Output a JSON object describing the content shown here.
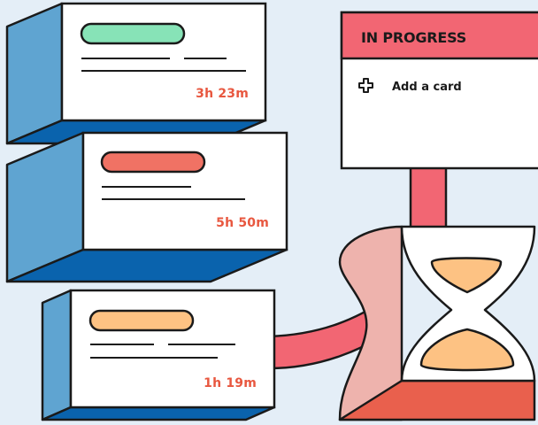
{
  "colors": {
    "background": "#e4eef7",
    "outline": "#1a1a1a",
    "box_side_light": "#5fa4d1",
    "box_side_dark": "#0a63ad",
    "card_face": "#ffffff",
    "accent_red": "#f26673",
    "time_text": "#e8573f",
    "pill_green": "#87e3b7",
    "pill_red": "#f07264",
    "pill_orange": "#fdc283",
    "hourglass_shadow": "#eeb3ad",
    "hourglass_base": "#e9604d",
    "sand": "#fdc283"
  },
  "cards": [
    {
      "time": "3h 23m",
      "pill_color": "#87e3b7"
    },
    {
      "time": "5h 50m",
      "pill_color": "#f07264"
    },
    {
      "time": "1h 19m",
      "pill_color": "#fdc283"
    }
  ],
  "panel": {
    "title": "IN PROGRESS",
    "add_card_label": "Add a card",
    "add_icon": "plus-outline-icon"
  },
  "icons": [
    "hourglass-icon",
    "arrow-up-icon",
    "plus-outline-icon"
  ]
}
